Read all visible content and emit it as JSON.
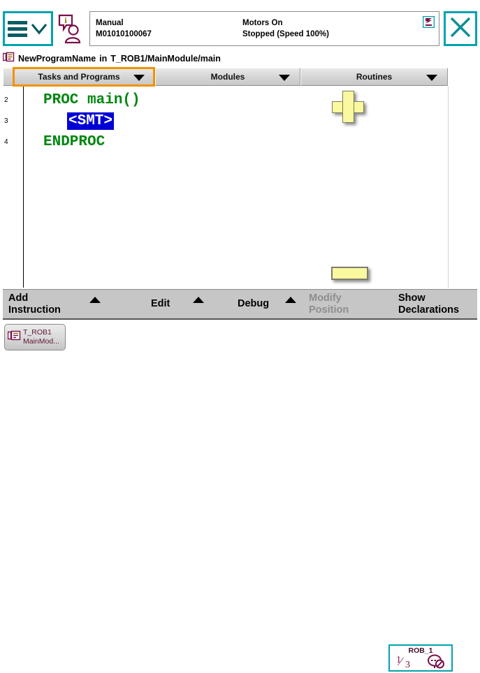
{
  "header": {
    "menu_icon": "hamburger-menu-icon",
    "operator_icon": "operator-info-icon",
    "mode_label": "Manual",
    "controller_id": "M01010100067",
    "motors_state": "Motors On",
    "run_state": "Stopped (Speed 100%)",
    "task_status_icon": "task-status-icon",
    "close_icon": "close-icon"
  },
  "breadcrumb": {
    "icon": "program-icon",
    "program_name": "NewProgramName",
    "separator": "in",
    "path": "T_ROB1/MainModule/main"
  },
  "tabs": [
    {
      "label": "Tasks and Programs",
      "selected": true
    },
    {
      "label": "Modules",
      "selected": false
    },
    {
      "label": "Routines",
      "selected": false
    }
  ],
  "editor": {
    "lines": [
      {
        "number": "2",
        "text": "PROC main()",
        "indent": 0,
        "selected": false
      },
      {
        "number": "3",
        "text": "<SMT>",
        "indent": 1,
        "selected": true
      },
      {
        "number": "4",
        "text": "ENDPROC",
        "indent": 0,
        "selected": false
      }
    ],
    "add_button_label": "",
    "collapse_button_label": ""
  },
  "actions": [
    {
      "label_line1": "Add",
      "label_line2": "Instruction",
      "has_caret": true,
      "disabled": false
    },
    {
      "label_line1": "Edit",
      "label_line2": "",
      "has_caret": true,
      "disabled": false
    },
    {
      "label_line1": "Debug",
      "label_line2": "",
      "has_caret": true,
      "disabled": false
    },
    {
      "label_line1": "Modify",
      "label_line2": "Position",
      "has_caret": false,
      "disabled": true
    },
    {
      "label_line1": "Show",
      "label_line2": "Declarations",
      "has_caret": false,
      "disabled": false
    }
  ],
  "taskbar": {
    "task_button": {
      "icon": "module-icon",
      "line1": "T_ROB1",
      "line2": "MainMod..."
    },
    "robot_panel": {
      "title": "ROB_1",
      "fraction_numerator": "1",
      "fraction_denominator": "3",
      "motion_icon": "no-motion-icon"
    }
  },
  "colors": {
    "accent_teal": "#00a3ad",
    "selection_orange": "#f39200",
    "code_green": "#00860f",
    "selection_blue": "#0000d5",
    "button_yellow": "#fbf9a0",
    "magenta": "#7a1048"
  }
}
